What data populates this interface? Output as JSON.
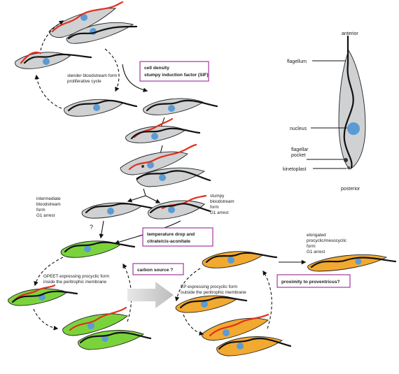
{
  "labels": {
    "slender": [
      "slender bloodstream form",
      "proliferative cycle"
    ],
    "sif": [
      "cell density",
      "stumpy induction factor (SIF)"
    ],
    "intermediate": [
      "intermediate",
      "bloodstream",
      "form",
      "G1 arrest"
    ],
    "stumpy": [
      "stumpy",
      "bloodstream",
      "form",
      "G1 arrest"
    ],
    "question": "?",
    "temperature": [
      "temperature drop and",
      "citrate/cis-aconitate"
    ],
    "carbon": "carbon source ?",
    "gpeet": [
      "GPEET expressing procyclic form",
      "inside the peritrophic membrane"
    ],
    "ep": [
      "EP expressing procyclic form",
      "outside the peritrophic membrane"
    ],
    "proventricus": "proximity to proventricus?",
    "elongated": [
      "elongated",
      "procyclic/mesocyclic",
      "form",
      "G1 arrest"
    ]
  },
  "anatomy": {
    "anterior": "anterior",
    "flagellum": "flagellum",
    "nucleus": "nucleus",
    "flagellar_pocket": [
      "flagellar",
      "pocket"
    ],
    "kinetoplast": "kinetoplast",
    "posterior": "posterior"
  },
  "colors": {
    "slender_stumpy_cells": "#cfd1d3",
    "gpeet_procyclic_cells": "#7bd33c",
    "ep_procyclic_cells": "#f2a930",
    "nucleus": "#5b9bd5",
    "new_flagellum": "#e0301f",
    "signal_box_border": "#a23a9e"
  }
}
